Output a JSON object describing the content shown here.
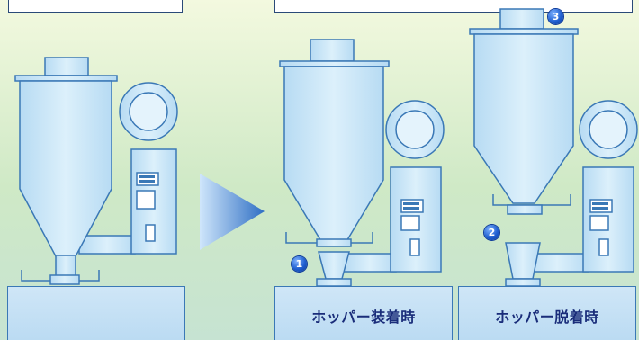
{
  "captions": {
    "attached": "ホッパー装着時",
    "detached": "ホッパー脱着時"
  },
  "badges": {
    "one": "1",
    "two": "2",
    "three": "3"
  },
  "colors": {
    "line": "#3a78b6",
    "fill": "#cfe6f7",
    "arrow": "#3c79c6",
    "caption": "#1a2d7a",
    "badge": "#1f5fd0"
  }
}
